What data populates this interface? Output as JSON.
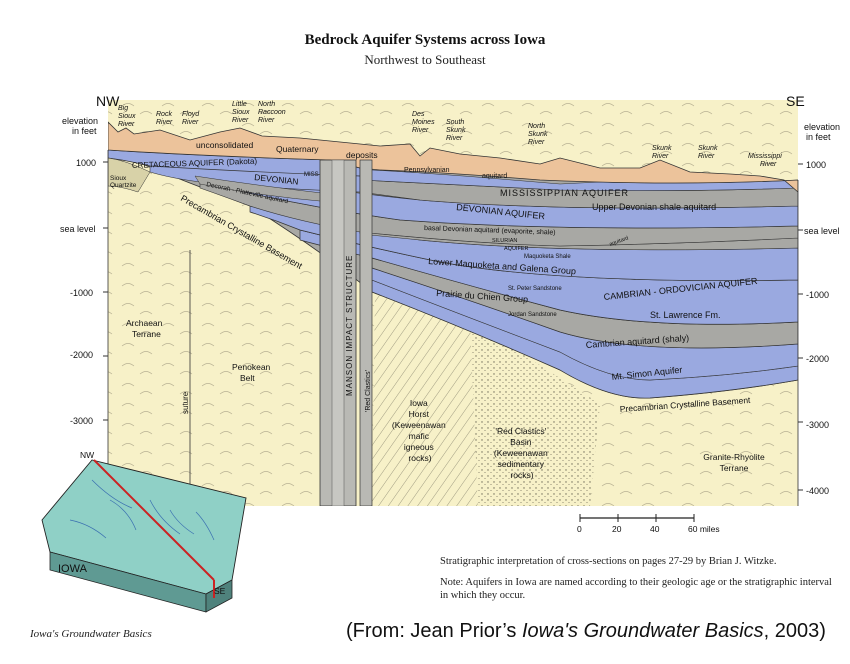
{
  "title": "Bedrock Aquifer Systems across Iowa",
  "subtitle": "Northwest to Southeast",
  "ends": {
    "nw": "NW",
    "se": "SE"
  },
  "axis": {
    "elevation_label": [
      "elevation",
      "in feet"
    ],
    "ticks": [
      "1000",
      "sea level",
      "-1000",
      "-2000",
      "-3000",
      "-4000"
    ]
  },
  "rivers": [
    [
      "Big",
      "Sioux",
      "River"
    ],
    [
      "Rock",
      "River"
    ],
    [
      "Floyd",
      "River"
    ],
    [
      "Little",
      "Sioux",
      "River"
    ],
    [
      "North",
      "Raccoon",
      "River"
    ],
    [
      "Des",
      "Moines",
      "River"
    ],
    [
      "South",
      "Skunk",
      "River"
    ],
    [
      "North",
      "Skunk",
      "River"
    ],
    [
      "Skunk",
      "River"
    ],
    [
      "Skunk",
      "River"
    ],
    [
      "Mississippi",
      "River"
    ]
  ],
  "surface": {
    "unconsolidated": "unconsolidated",
    "quaternary": "Quaternary",
    "deposits": "deposits"
  },
  "units": {
    "cretaceous": "CRETACEOUS AQUIFER (Dakota)",
    "devonian_west": "DEVONIAN",
    "miss_short": "MISS",
    "pennsylvanian": "Pennsylvanian",
    "aquitard": "aquitard",
    "sioux_quartzite": [
      "Sioux",
      "Quartzite"
    ],
    "decorah": "Decorah - Platteville aquitard",
    "precambrian_west": "Precambrian Crystalline Basement",
    "mississippian_aquifer": "MISSISSIPPIAN AQUIFER",
    "upper_devonian_shale": "Upper Devonian shale aquitard",
    "devonian_aquifer": "DEVONIAN AQUIFER",
    "basal_devonian": "basal Devonian aquitard (evaporite, shale)",
    "silurian": "SILURIAN",
    "aquifer_small": "AQUIFER",
    "maquoketa_shale": "Maquoketa Shale",
    "aquitard_small": "aquitard",
    "lower_maquoketa": "Lower Maquoketa and Galena Group",
    "st_peter": "St. Peter Sandstone",
    "prairie_du_chien": "Prairie du Chien Group",
    "jordan": "Jordan Sandstone",
    "cambro_ordovician": "CAMBRIAN - ORDOVICIAN AQUIFER",
    "st_lawrence": "St. Lawrence Fm.",
    "cambrian_aquitard": "Cambrian aquitard (shaly)",
    "mt_simon": "Mt. Simon Aquifer",
    "precambrian_east": "Precambrian Crystalline Basement",
    "archaean": [
      "Archaean",
      "Terrane"
    ],
    "suture": "suture",
    "penokean": [
      "Penokean",
      "Belt"
    ],
    "manson_impact": "MANSON IMPACT STRUCTURE",
    "red_clastics_vertical": "'Red Clastics'",
    "iowa_horst": [
      "Iowa",
      "Horst",
      "(Keweenawan",
      "mafic",
      "igneous",
      "rocks)"
    ],
    "red_clastics_basin": [
      "'Red Clastics'",
      "Basin",
      "(Keweenawan",
      "sedimentary",
      "rocks)"
    ],
    "granite_rhyolite": [
      "Granite-Rhyolite",
      "Terrane"
    ]
  },
  "scale": {
    "ticks": [
      "0",
      "20",
      "40",
      "60 miles"
    ]
  },
  "inset": {
    "nw": "NW",
    "se": "SE",
    "state": "IOWA"
  },
  "colors": {
    "aquifer": "#9aa9e0",
    "aquitard": "#a8a8a4",
    "surface": "#ecc39b",
    "basement": "#f7f1c8",
    "inset_map": "#8fd0c6",
    "section_line": "#cc2222"
  },
  "credit": "Stratigraphic interpretation of cross-sections on pages 27-29 by Brian J. Witzke.",
  "note": "Note: Aquifers in Iowa are named according to their geologic age or the stratigraphic interval in which they occur.",
  "footer_left": "Iowa's Groundwater Basics",
  "source": {
    "prefix": "(From:  Jean Prior’s ",
    "book": "Iowa's Groundwater Basics",
    "suffix": ", 2003)"
  }
}
